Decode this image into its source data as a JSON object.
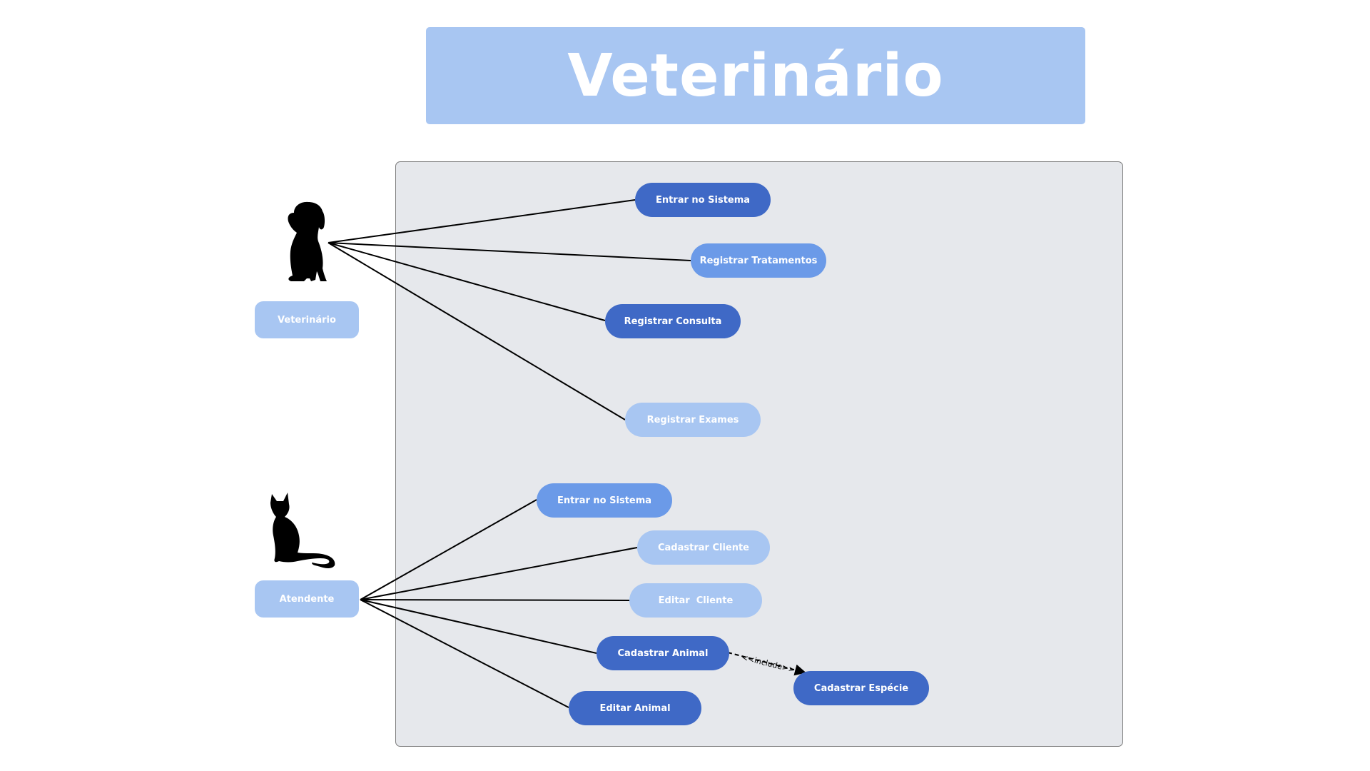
{
  "title": "Veterinário",
  "actors": {
    "veterinario": {
      "label": "Veterinário",
      "icon": "dog-silhouette-icon"
    },
    "atendente": {
      "label": "Atendente",
      "icon": "cat-silhouette-icon"
    }
  },
  "usecases": {
    "vet_entrar": "Entrar no Sistema",
    "vet_tratamentos": "Registrar Tratamentos",
    "vet_consulta": "Registrar Consulta",
    "vet_exames": "Registrar Exames",
    "at_entrar": "Entrar no Sistema",
    "at_cad_cliente": "Cadastrar Cliente",
    "at_edit_cliente": "Editar  Cliente",
    "at_cad_animal": "Cadastrar Animal",
    "at_edit_animal": "Editar Animal",
    "cad_especie": "Cadastrar Espécie"
  },
  "relations": {
    "include_label": "<<include>>"
  },
  "colors": {
    "dark": "#3f69c6",
    "mid": "#6b9ae8",
    "light": "#a8c6f2",
    "system_bg": "#e6e8ec"
  }
}
